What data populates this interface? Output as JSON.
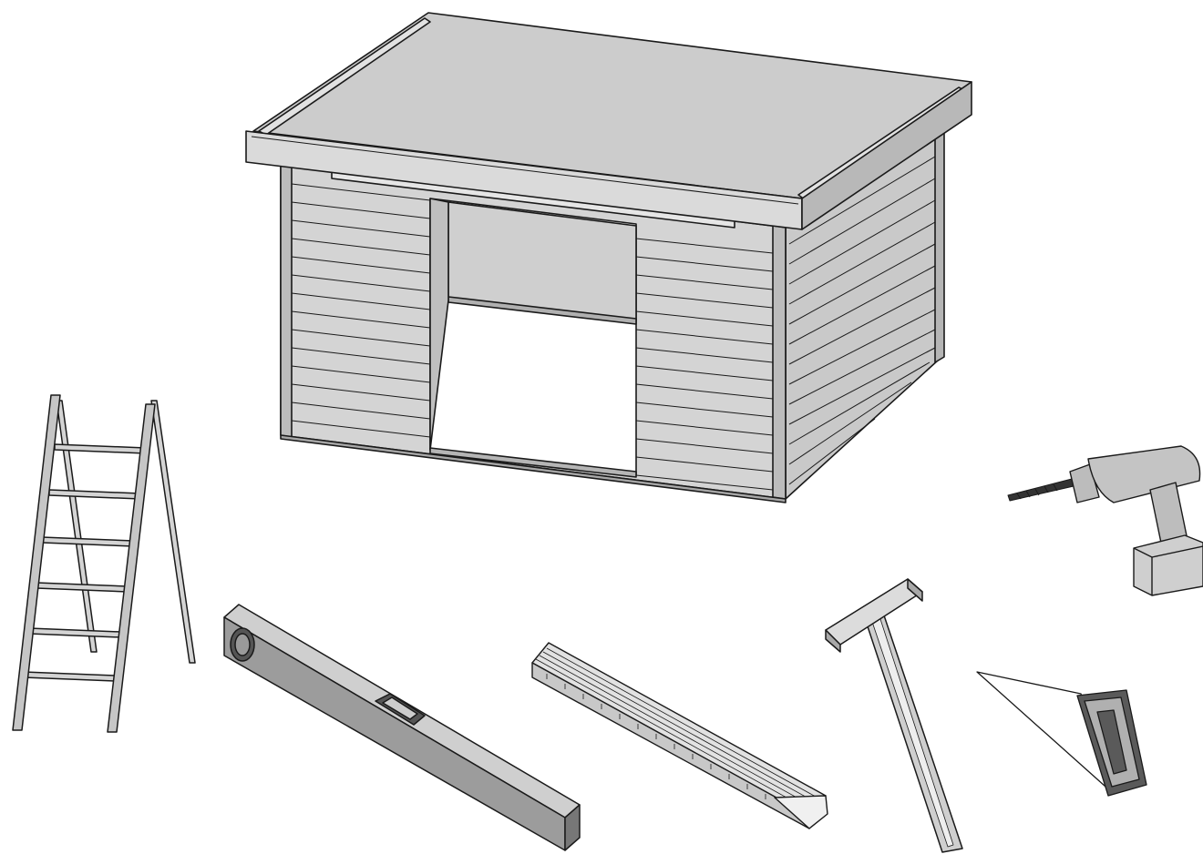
{
  "colors": {
    "outline": "#1a1a1a",
    "wood_light": "#d2d2d2",
    "wood_mid": "#bdbdbd",
    "wood_dark": "#9c9c9c",
    "metal": "#a8a8a8",
    "metal_dark": "#555555",
    "background": "#ffffff"
  },
  "illustration": {
    "subject": "garden-shed-with-assembly-tools",
    "tools": [
      "ladder",
      "spirit-level",
      "folding-rule",
      "hammer",
      "hand-saw",
      "cordless-drill"
    ]
  }
}
